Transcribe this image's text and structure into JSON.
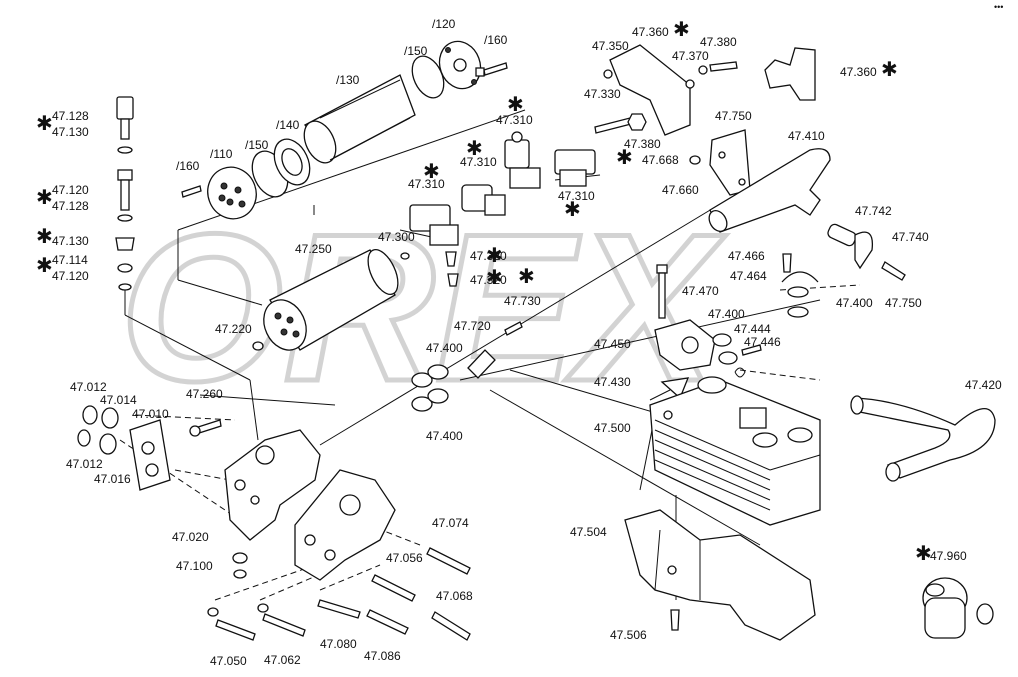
{
  "diagram": {
    "corner_mark": "•••",
    "watermark": "OREX",
    "labels": [
      {
        "id": "l-120",
        "text": "/120"
      },
      {
        "id": "l-160a",
        "text": "/160"
      },
      {
        "id": "l-150a",
        "text": "/150"
      },
      {
        "id": "l-130",
        "text": "/130"
      },
      {
        "id": "l-140",
        "text": "/140"
      },
      {
        "id": "l-150b",
        "text": "/150"
      },
      {
        "id": "l-160b",
        "text": "/160"
      },
      {
        "id": "l-110",
        "text": "/110"
      },
      {
        "id": "l-47128a",
        "text": "47.128"
      },
      {
        "id": "l-47130a",
        "text": "47.130"
      },
      {
        "id": "l-47120a",
        "text": "47.120"
      },
      {
        "id": "l-47128b",
        "text": "47.128"
      },
      {
        "id": "l-47130b",
        "text": "47.130"
      },
      {
        "id": "l-47114",
        "text": "47.114"
      },
      {
        "id": "l-47120b",
        "text": "47.120"
      },
      {
        "id": "l-47310a",
        "text": "47.310"
      },
      {
        "id": "l-47310b",
        "text": "47.310"
      },
      {
        "id": "l-47310c",
        "text": "47.310"
      },
      {
        "id": "l-47310d",
        "text": "47.310"
      },
      {
        "id": "l-47250",
        "text": "47.250"
      },
      {
        "id": "l-47300",
        "text": "47.300"
      },
      {
        "id": "l-47320a",
        "text": "47.320"
      },
      {
        "id": "l-47320b",
        "text": "47.320"
      },
      {
        "id": "l-47350",
        "text": "47.350"
      },
      {
        "id": "l-47360a",
        "text": "47.360"
      },
      {
        "id": "l-47370",
        "text": "47.370"
      },
      {
        "id": "l-47380a",
        "text": "47.380"
      },
      {
        "id": "l-47330",
        "text": "47.330"
      },
      {
        "id": "l-47380b",
        "text": "47.380"
      },
      {
        "id": "l-47360b",
        "text": "47.360"
      },
      {
        "id": "l-47750a",
        "text": "47.750"
      },
      {
        "id": "l-47410",
        "text": "47.410"
      },
      {
        "id": "l-47668",
        "text": "47.668"
      },
      {
        "id": "l-47660",
        "text": "47.660"
      },
      {
        "id": "l-47742",
        "text": "47.742"
      },
      {
        "id": "l-47740",
        "text": "47.740"
      },
      {
        "id": "l-47466",
        "text": "47.466"
      },
      {
        "id": "l-47464",
        "text": "47.464"
      },
      {
        "id": "l-47400a",
        "text": "47.400"
      },
      {
        "id": "l-47750b",
        "text": "47.750"
      },
      {
        "id": "l-47470",
        "text": "47.470"
      },
      {
        "id": "l-47730",
        "text": "47.730"
      },
      {
        "id": "l-47220",
        "text": "47.220"
      },
      {
        "id": "l-47720",
        "text": "47.720"
      },
      {
        "id": "l-47400b",
        "text": "47.400"
      },
      {
        "id": "l-47400c",
        "text": "47.400"
      },
      {
        "id": "l-47444",
        "text": "47.444"
      },
      {
        "id": "l-47446",
        "text": "47.446"
      },
      {
        "id": "l-47400d",
        "text": "47.400"
      },
      {
        "id": "l-47450",
        "text": "47.450"
      },
      {
        "id": "l-47430",
        "text": "47.430"
      },
      {
        "id": "l-47420",
        "text": "47.420"
      },
      {
        "id": "l-47500",
        "text": "47.500"
      },
      {
        "id": "l-47012a",
        "text": "47.012"
      },
      {
        "id": "l-47014",
        "text": "47.014"
      },
      {
        "id": "l-47010",
        "text": "47.010"
      },
      {
        "id": "l-47260",
        "text": "47.260"
      },
      {
        "id": "l-47012b",
        "text": "47.012"
      },
      {
        "id": "l-47016",
        "text": "47.016"
      },
      {
        "id": "l-47020",
        "text": "47.020"
      },
      {
        "id": "l-47074",
        "text": "47.074"
      },
      {
        "id": "l-47056",
        "text": "47.056"
      },
      {
        "id": "l-47100",
        "text": "47.100"
      },
      {
        "id": "l-47068",
        "text": "47.068"
      },
      {
        "id": "l-47504",
        "text": "47.504"
      },
      {
        "id": "l-47960",
        "text": "47.960"
      },
      {
        "id": "l-47080",
        "text": "47.080"
      },
      {
        "id": "l-47050",
        "text": "47.050"
      },
      {
        "id": "l-47062",
        "text": "47.062"
      },
      {
        "id": "l-47086",
        "text": "47.086"
      },
      {
        "id": "l-47506",
        "text": "47.506"
      }
    ],
    "asterisk": "✱"
  }
}
